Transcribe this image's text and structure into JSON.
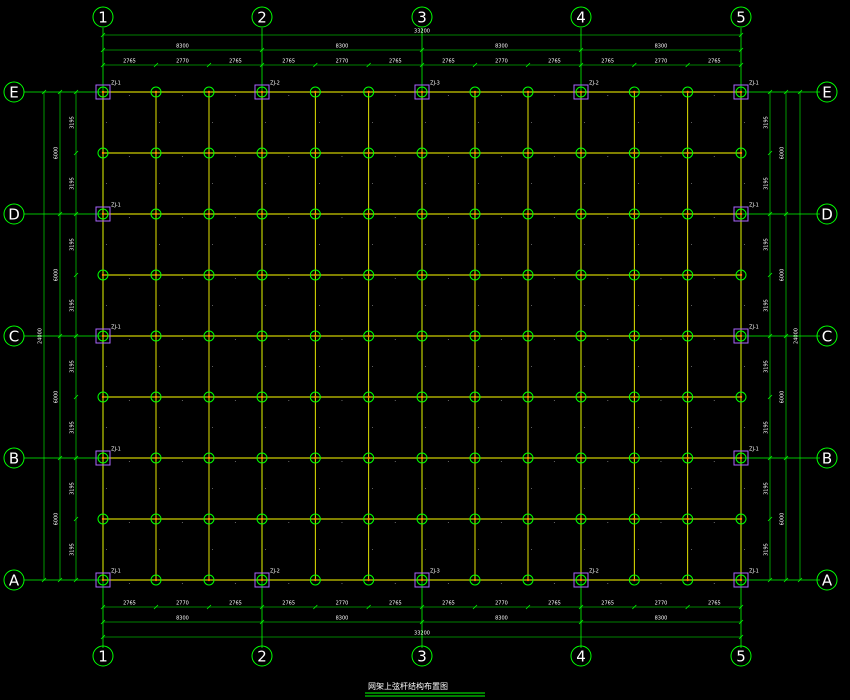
{
  "axes": {
    "columns": [
      "1",
      "2",
      "3",
      "4",
      "5"
    ],
    "rows": [
      "E",
      "D",
      "C",
      "B",
      "A"
    ]
  },
  "dimensions": {
    "top_total": "33200",
    "top_spans": [
      "8300",
      "8300",
      "8300",
      "8300"
    ],
    "top_subspans": [
      "2765",
      "2770",
      "2765",
      "2765",
      "2770",
      "2765",
      "2765",
      "2770",
      "2765",
      "2765",
      "2770",
      "2765"
    ],
    "bottom_total": "33200",
    "bottom_spans": [
      "8300",
      "8300",
      "8300",
      "8300"
    ],
    "bottom_subspans": [
      "2765",
      "2770",
      "2765",
      "2765",
      "2770",
      "2765",
      "2765",
      "2770",
      "2765",
      "2765",
      "2770",
      "2765"
    ],
    "left_total": "24000",
    "left_spans": [
      "6000",
      "6000",
      "6000",
      "6000"
    ],
    "left_subspans": [
      "3195",
      "3195",
      "3195",
      "3195",
      "3195",
      "3195",
      "3195",
      "3195"
    ],
    "right_total": "24000",
    "right_spans": [
      "6000",
      "6000",
      "6000",
      "6000"
    ],
    "right_subspans": [
      "3195",
      "3195",
      "3195",
      "3195",
      "3195",
      "3195",
      "3195",
      "3195"
    ]
  },
  "support_tags": {
    "top": [
      "ZJ-1",
      "ZJ-2",
      "ZJ-3",
      "ZJ-2",
      "ZJ-1"
    ],
    "bottom": [
      "ZJ-1",
      "ZJ-2",
      "ZJ-3",
      "ZJ-2",
      "ZJ-1"
    ],
    "left": [
      "ZJ-1",
      "ZJ-1",
      "ZJ-1"
    ],
    "right": [
      "ZJ-1",
      "ZJ-1",
      "ZJ-1"
    ]
  },
  "title": "网架上弦杆结构布置图",
  "colors": {
    "background": "#000000",
    "grid": "#00ff00",
    "member": "#ffff00",
    "node": "#00ff00",
    "node_dot": "#ff8800",
    "support": "#aa66ff",
    "text": "#ffffff"
  }
}
